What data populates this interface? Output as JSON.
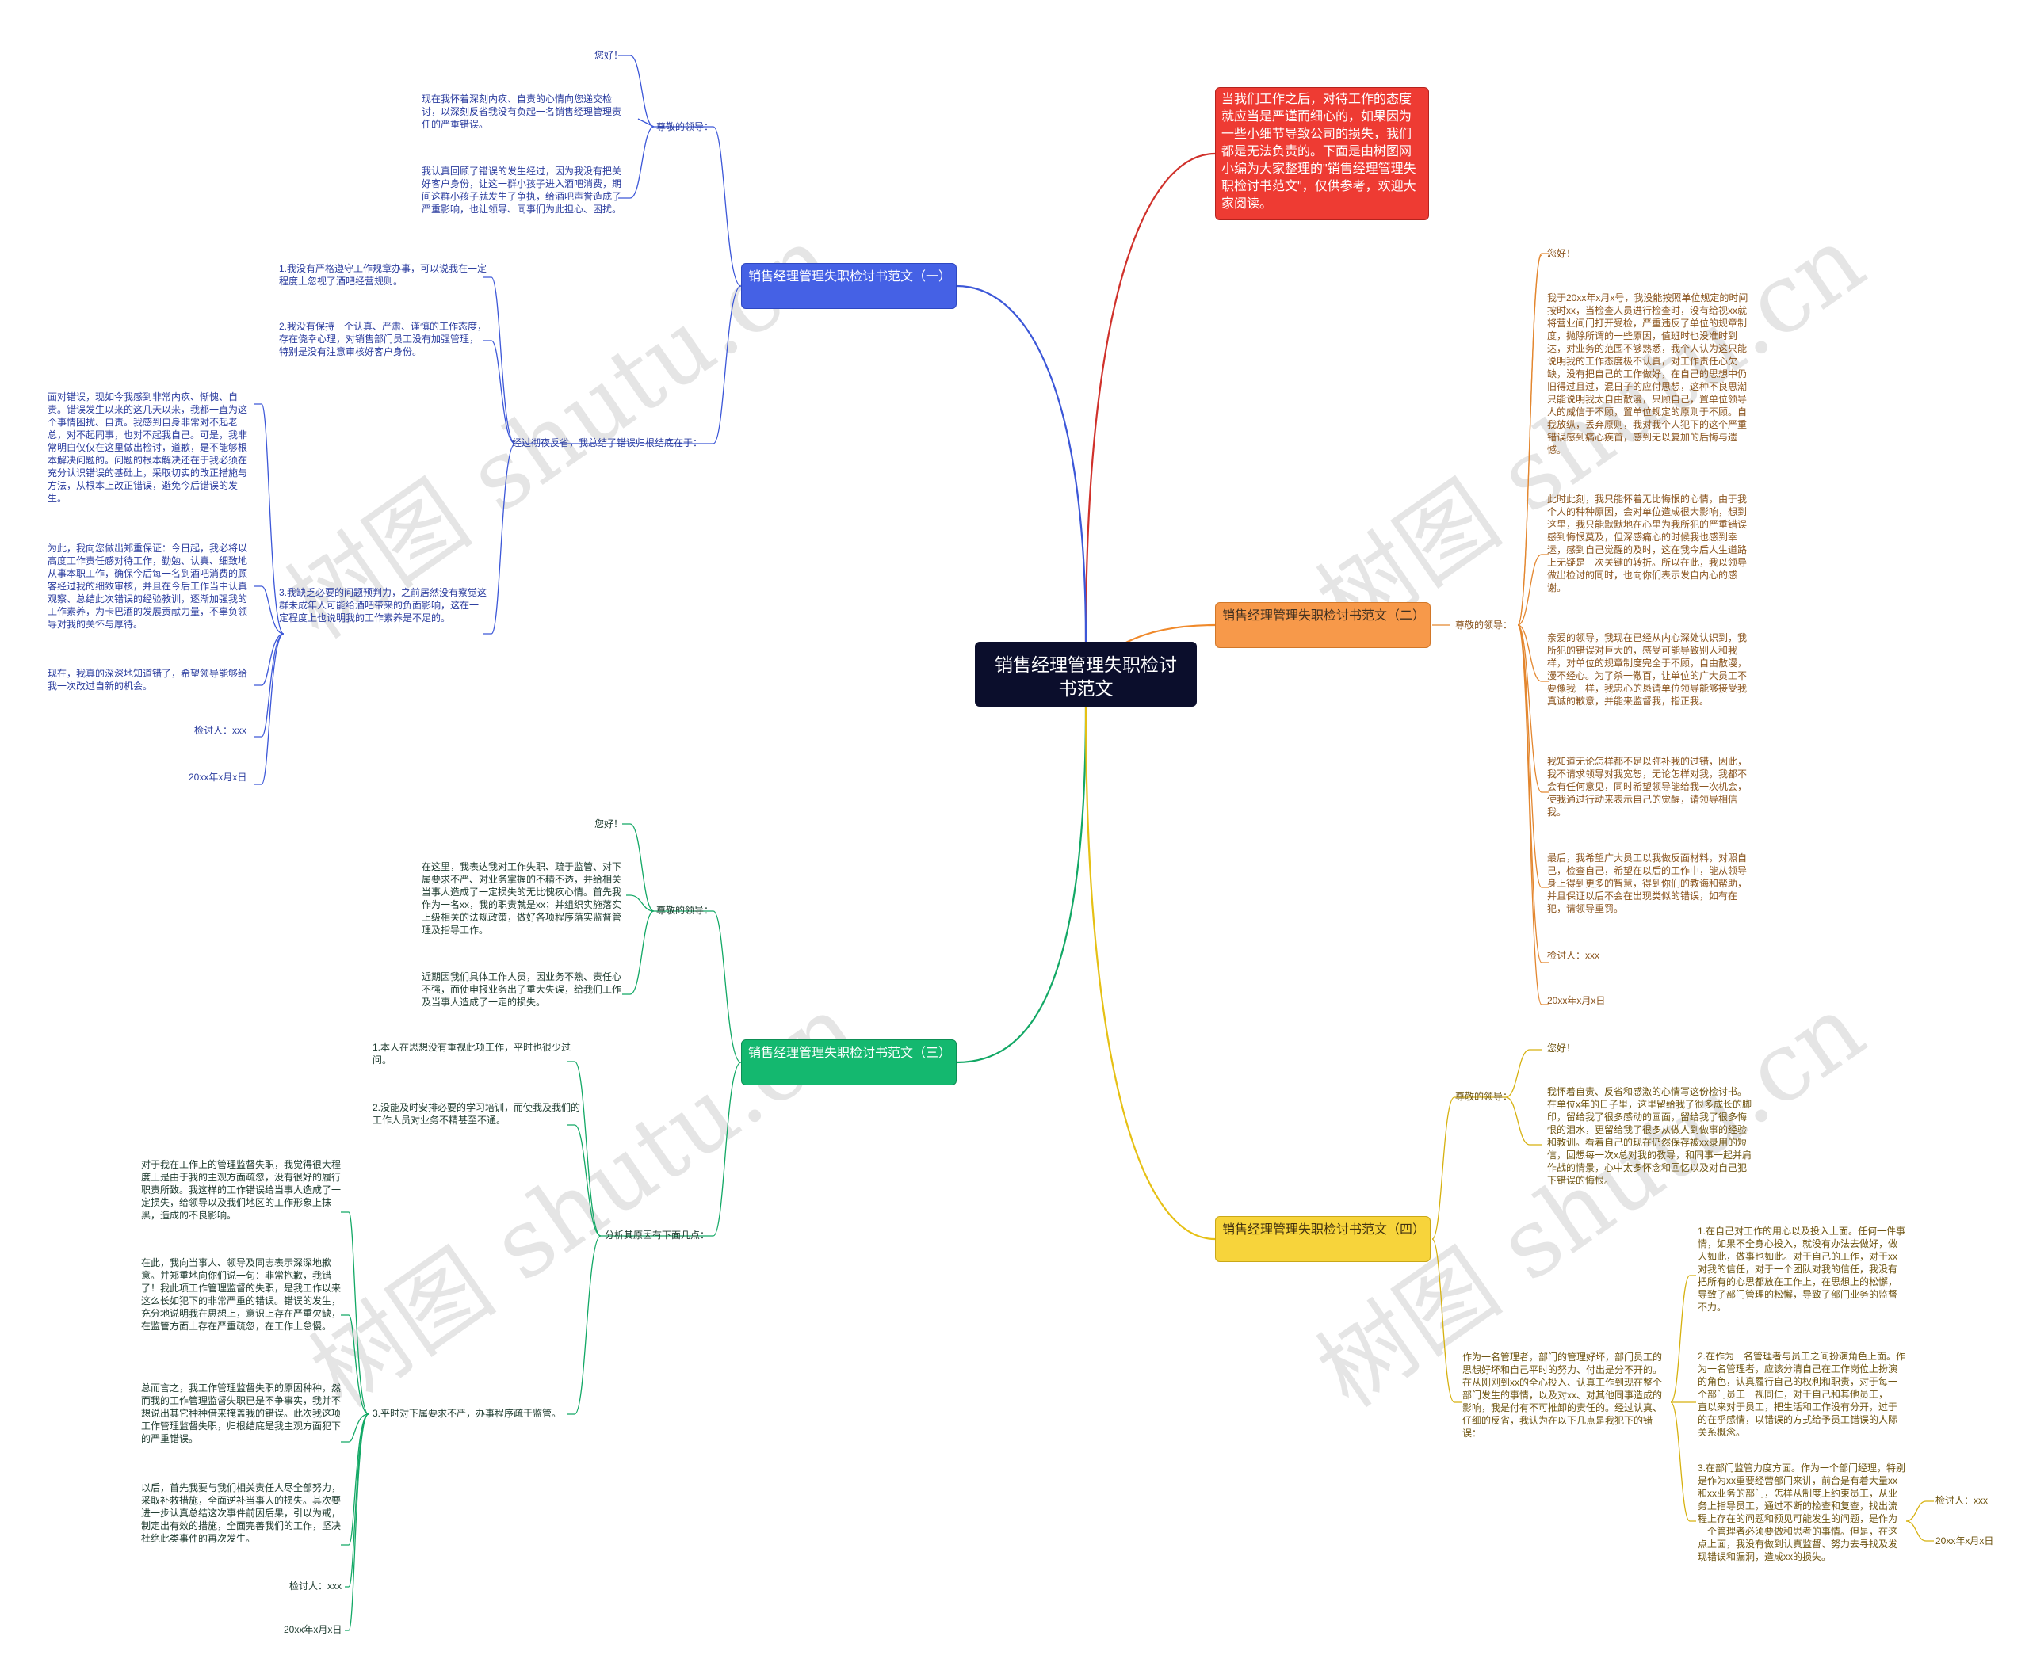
{
  "title": "销售经理管理失职检讨书范文",
  "intro": "当我们工作之后，对待工作的态度就应当是严谨而细心的，如果因为一些小细节导致公司的损失，我们都是无法负责的。下面是由树图网小编为大家整理的\"销售经理管理失职检讨书范文\"，仅供参考，欢迎大家阅读。",
  "watermark": "树图 shutu.cn",
  "colors": {
    "root": "#0b0e2c",
    "intro": "#ee3b33",
    "b1": "#4561e5",
    "b2": "#f7994a",
    "b3": "#14b86f",
    "b4": "#f7d43b"
  },
  "b1": {
    "label": "销售经理管理失职检讨书范文（一）",
    "greeting_group": "尊敬的领导：",
    "hello": "您好！",
    "p1": "现在我怀着深刻内疚、自责的心情向您递交检讨，以深刻反省我没有负起一名销售经理管理责任的严重错误。",
    "p2": "我认真回顾了错误的发生经过，因为我没有把关好客户身份，让这一群小孩子进入酒吧消费，期间这群小孩子就发生了争执，给酒吧声誉造成了严重影响，也让领导、同事们为此担心、困扰。",
    "reason_group": "经过彻夜反省，我总结了错误归根结底在于：",
    "r1": "1.我没有严格遵守工作规章办事，可以说我在一定程度上忽视了酒吧经营规则。",
    "r2": "2.我没有保持一个认真、严肃、谨慎的工作态度，存在侥幸心理，对销售部门员工没有加强管理，特别是没有注意审核好客户身份。",
    "r3": "3.我缺乏必要的问题预判力，之前居然没有察觉这群未成年人可能给酒吧带来的负面影响，这在一定程度上也说明我的工作素养是不足的。",
    "s1": "面对错误，现如今我感到非常内疚、惭愧、自责。错误发生以来的这几天以来，我都一直为这个事情困扰、自责。我感到自身非常对不起老总，对不起同事，也对不起我自己。可是，我非常明白仅仅在这里做出检讨，道歉，是不能够根本解决问题的。问题的根本解决还在于我必须在充分认识错误的基础上，采取切实的改正措施与方法，从根本上改正错误，避免今后错误的发生。",
    "s2": "为此，我向您做出郑重保证：今日起，我必将以高度工作责任感对待工作，勤勉、认真、细致地从事本职工作，确保今后每一名到酒吧消费的顾客经过我的细致审核，并且在今后工作当中认真观察、总结此次错误的经验教训，逐渐加强我的工作素养，为卡巴酒的发展贡献力量，不辜负领导对我的关怀与厚待。",
    "s3": "现在，我真的深深地知道错了，希望领导能够给我一次改过自新的机会。",
    "sig": "检讨人：xxx",
    "date": "20xx年x月x日"
  },
  "b2": {
    "label": "销售经理管理失职检讨书范文（二）",
    "greeting_group": "尊敬的领导：",
    "hello": "您好！",
    "p1": "我于20xx年x月x号，我没能按照单位规定的时间按时xx，当检查人员进行检查时，没有给视xx就将营业间门打开受检，严重违反了单位的规章制度，抛除所谓的一些原因，值班时也没准时到达，对业务的范围不够熟悉，我个人认为这只能说明我的工作态度极不认真，对工作责任心欠缺，没有把自己的工作做好，在自己的思想中仍旧得过且过，混日子的应付思想，这种不良思潮只能说明我太自由散漫，只顾自己，置单位领导人的威信于不顾，置单位规定的原则于不顾。自我放纵，丢弃原则，我对我个人犯下的这个严重错误感到痛心疾首，感到无以复加的后悔与遗憾。",
    "p2": "此时此刻，我只能怀着无比悔恨的心情，由于我个人的种种原因，会对单位造成很大影响，想到这里，我只能默默地在心里为我所犯的严重错误感到悔恨莫及，但深感痛心的时候我也感到幸运，感到自己觉醒的及时，这在我今后人生道路上无疑是一次关键的转折。所以在此，我以领导做出检讨的同时，也向你们表示发自内心的感谢。",
    "p3": "亲爱的领导，我现在已经从内心深处认识到，我所犯的错误对巨大的，感受可能导致别人和我一样，对单位的规章制度完全于不顾，自由散漫，漫不经心。为了杀一儆百，让单位的广大员工不要像我一样，我忠心的恳请单位领导能够接受我真诚的歉意，并能来监督我，指正我。",
    "p4": "我知道无论怎样都不足以弥补我的过错，因此，我不请求领导对我宽恕，无论怎样对我，我都不会有任何意见，同时希望领导能给我一次机会，使我通过行动来表示自己的觉醒，请领导相信我。",
    "p5": "最后，我希望广大员工以我做反面材料，对照自己，检查自己，希望在以后的工作中，能从领导身上得到更多的智慧，得到你们的教诲和帮助，并且保证以后不会在出现类似的错误，如有在犯，请领导重罚。",
    "sig": "检讨人：xxx",
    "date": "20xx年x月x日"
  },
  "b3": {
    "label": "销售经理管理失职检讨书范文（三）",
    "greeting_group": "尊敬的领导：",
    "hello": "您好！",
    "p1": "在这里，我表达我对工作失职、疏于监管、对下属要求不严、对业务掌握的不精不透，并给相关当事人造成了一定损失的无比愧疚心情。首先我作为一名xx，我的职责就是xx；并组织实施落实上级相关的法规政策，做好各项程序落实监督管理及指导工作。",
    "p2": "近期因我们具体工作人员，因业务不熟、责任心不强，而使申报业务出了重大失误，给我们工作及当事人造成了一定的损失。",
    "reason_group": "分析其原因有下面几点：",
    "r1": "1.本人在思想没有重视此项工作，平时也很少过问。",
    "r2": "2.没能及时安排必要的学习培训，而使我及我们的工作人员对业务不精甚至不通。",
    "r3": "3.平时对下属要求不严，办事程序疏于监管。",
    "s1": "对于我在工作上的管理监督失职，我觉得很大程度上是由于我的主观方面疏忽，没有很好的履行职责所致。我这样的工作错误给当事人造成了一定损失，给领导以及我们地区的工作形象上抹黑，造成的不良影响。",
    "s2": "在此，我向当事人、领导及同志表示深深地歉意。并郑重地向你们说一句：非常抱歉，我错了！我此项工作管理监督的失职，是我工作以来这么长如犯下的非常严重的错误。错误的发生，充分地说明我在思想上，意识上存在严重欠缺，在监管方面上存在严重疏忽，在工作上怠慢。",
    "s3": "总而言之，我工作管理监督失职的原因种种，然而我的工作管理监督失职已是不争事实，我并不想说出其它种种借来掩盖我的错误。此次我这项工作管理监督失职，归根结底是我主观方面犯下的严重错误。",
    "s4": "以后，首先我要与我们相关责任人尽全部努力，采取补救措施，全面逆补当事人的损失。其次要进一步认真总结这次事件前因后果，引以为戒，制定出有效的措施，全面完善我们的工作，坚决杜绝此类事件的再次发生。",
    "sig": "检讨人：xxx",
    "date": "20xx年x月x日"
  },
  "b4": {
    "label": "销售经理管理失职检讨书范文（四）",
    "hello": "您好！",
    "greeting_group": "尊敬的领导：",
    "p1": "我怀着自责、反省和感激的心情写这份检讨书。在单位x年的日子里，这里留给我了很多成长的脚印，留给我了很多感动的画面，留给我了很多悔恨的泪水，更留给我了很多从做人到做事的经验和教训。看着自己的现在仍然保存被xx录用的短信，回想每一次x总对我的教导，和同事一起并肩作战的情景，心中太多怀念和回忆以及对自己犯下错误的悔恨。",
    "mgr": "作为一名管理者，部门的管理好坏，部门员工的思想好坏和自己平时的努力、付出是分不开的。在从刚刚到xx的全心投入、认真工作到现在整个部门发生的事情，以及对xx、对其他同事造成的影响，我是付有不可推卸的责任的。经过认真、仔细的反省，我认为在以下几点是我犯下的错误：",
    "r1": "1.在自己对工作的用心以及投入上面。任何一件事情，如果不全身心投入，就没有办法去做好，做人如此，做事也如此。对于自己的工作，对于xx对我的信任，对于一个团队对我的信任，我没有把所有的心思都放在工作上，在思想上的松懈，导致了部门管理的松懈，导致了部门业务的监督不力。",
    "r2": "2.在作为一名管理者与员工之间扮演角色上面。作为一名管理者，应该分清自己在工作岗位上扮演的角色，认真履行自己的权利和职责，对于每一个部门员工一视同仁，对于自己和其他员工，一直以来对于员工，把生活和工作没有分开，过于的在乎感情，以错误的方式给予员工错误的人际关系概念。",
    "r3": "3.在部门监管力度方面。作为一个部门经理，特别是作为xx重要经营部门来讲，前台是有着大量xx和xx业务的部门，怎样从制度上约束员工，从业务上指导员工，通过不断的检查和复查，找出流程上存在的问题和预见可能发生的问题，是作为一个管理者必须要做和思考的事情。但是，在这点上面，我没有做到认真监督、努力去寻找及发现错误和漏洞，造成xx的损失。",
    "sig": "检讨人：xxx",
    "date": "20xx年x月x日"
  }
}
